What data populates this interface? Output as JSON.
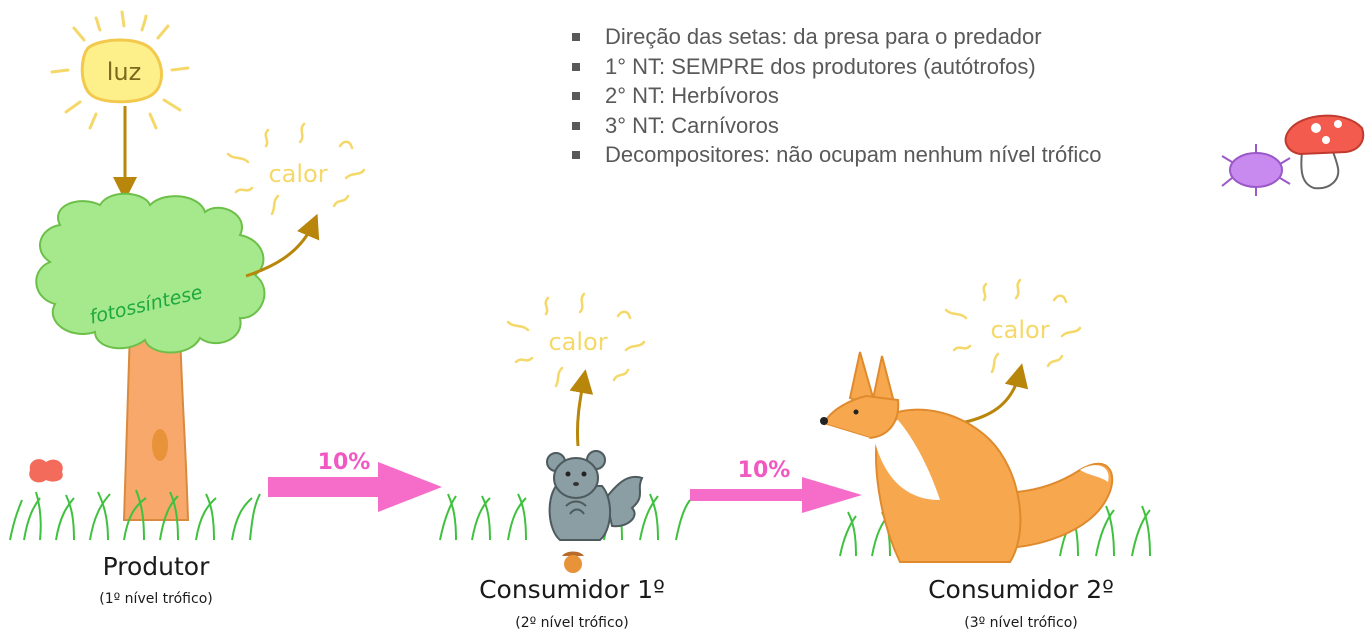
{
  "bullets": [
    "Direção das setas: da presa para o predador",
    "1° NT: SEMPRE dos produtores (autótrofos)",
    "2° NT: Herbívoros",
    "3° NT: Carnívoros",
    "Decompositores: não ocupam nenhum nível trófico"
  ],
  "sun_label": "luz",
  "process_label": "fotossíntese",
  "heat_label": "calor",
  "transfer": [
    "10%",
    "10%"
  ],
  "levels": [
    {
      "name": "Produtor",
      "level": "(1º nível trófico)"
    },
    {
      "name": "Consumidor 1º",
      "level": "(2º nível trófico)"
    },
    {
      "name": "Consumidor 2º",
      "level": "(3º nível trófico)"
    }
  ],
  "colors": {
    "arrow_pink": "#f66cc9",
    "energy_arrow": "#b8860b",
    "tree_canopy": "#a6e88c",
    "fox": "#f7a84e",
    "squirrel": "#8a9ea3",
    "grass": "#3fc13f"
  }
}
